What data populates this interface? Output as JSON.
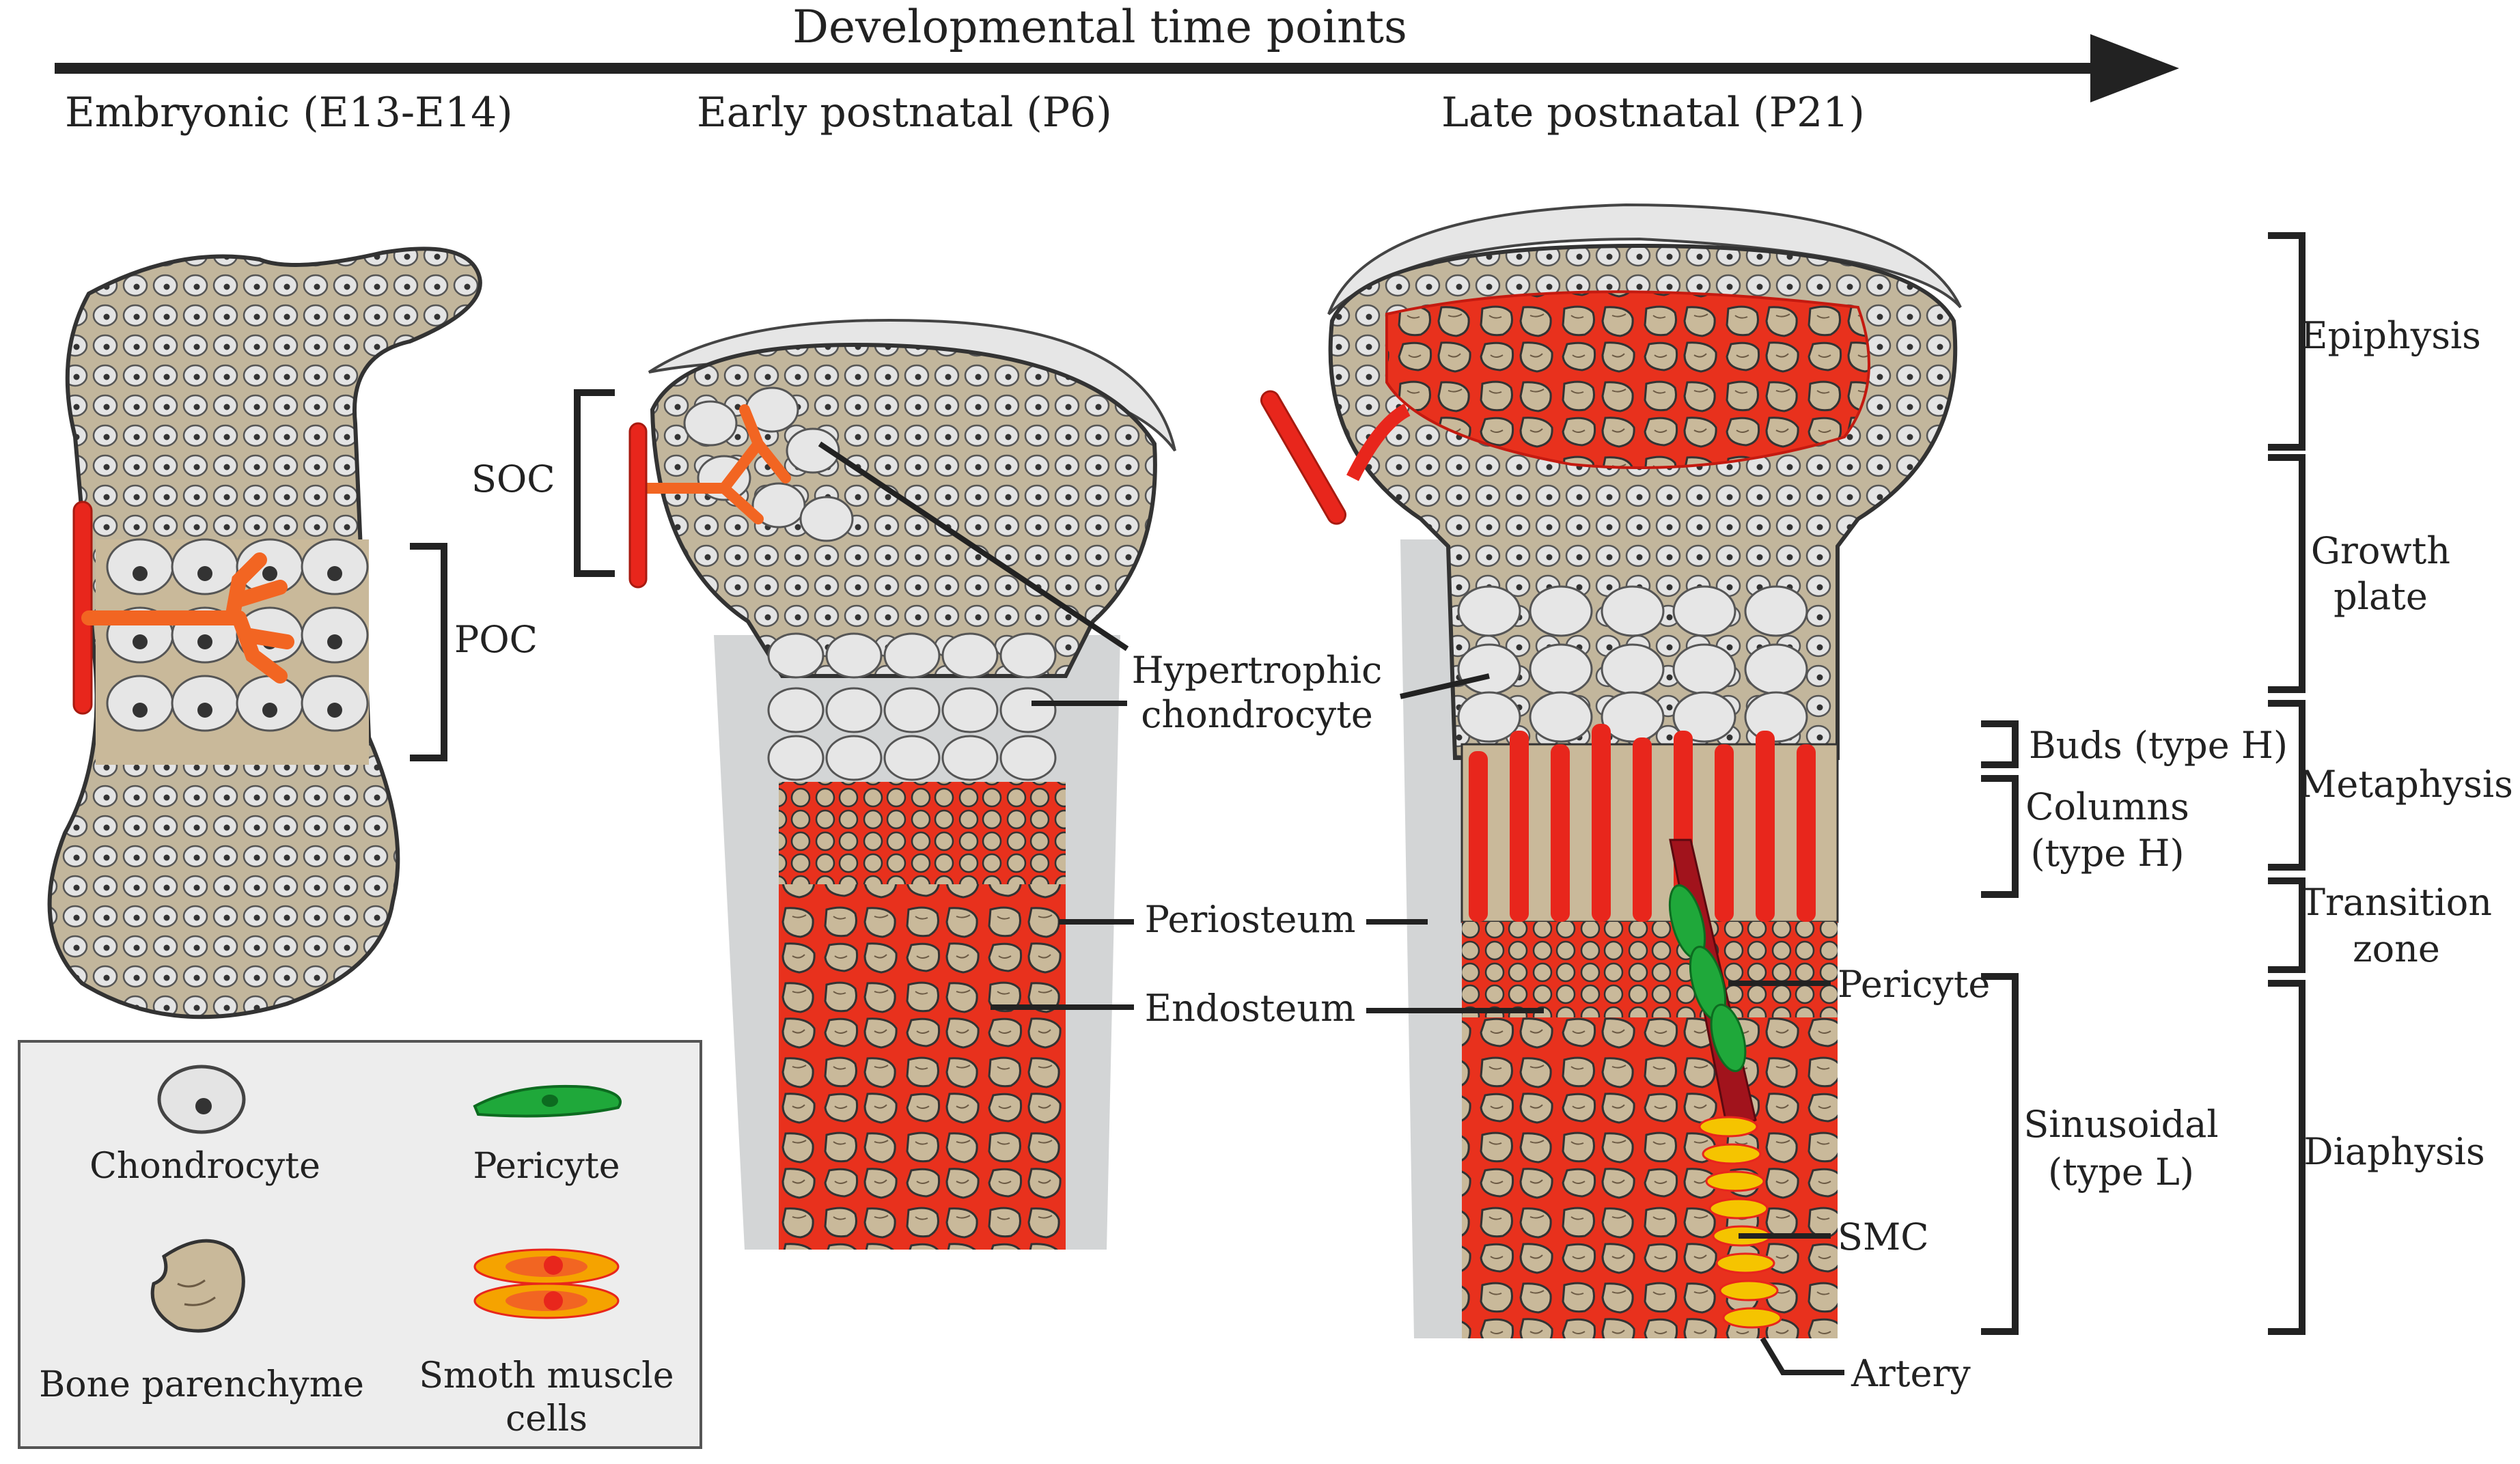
{
  "diagram": {
    "title": "Developmental time points",
    "stages": {
      "embryonic": "Embryonic (E13-E14)",
      "early": "Early postnatal (P6)",
      "late": "Late postnatal (P21)"
    },
    "labels": {
      "poc": "POC",
      "soc": "SOC",
      "hypertrophic_line1": "Hypertrophic",
      "hypertrophic_line2": "chondrocyte",
      "periosteum": "Periosteum",
      "endosteum": "Endosteum",
      "pericyte": "Pericyte",
      "smc": "SMC",
      "artery": "Artery"
    },
    "vessel_types": {
      "buds": "Buds (type H)",
      "columns_line1": "Columns",
      "columns_line2": "(type H)",
      "sinusoidal_line1": "Sinusoidal",
      "sinusoidal_line2": "(type L)"
    },
    "regions": {
      "epiphysis": "Epiphysis",
      "growth_line1": "Growth",
      "growth_line2": "plate",
      "metaphysis": "Metaphysis",
      "transition_line1": "Transition",
      "transition_line2": "zone",
      "diaphysis": "Diaphysis"
    },
    "legend": {
      "chondrocyte": "Chondrocyte",
      "pericyte": "Pericyte",
      "bone": "Bone parenchyme",
      "smc_line1": "Smoth muscle",
      "smc_line2": "cells"
    },
    "colors": {
      "vessel_red": "#e8261c",
      "vessel_orange": "#f26522",
      "bone_tan": "#c9b99a",
      "cartilage_gray": "#bdbdbd",
      "pericyte_green": "#1fa83a",
      "smc_yellow": "#f5c400",
      "legend_bg": "#ededed"
    }
  }
}
